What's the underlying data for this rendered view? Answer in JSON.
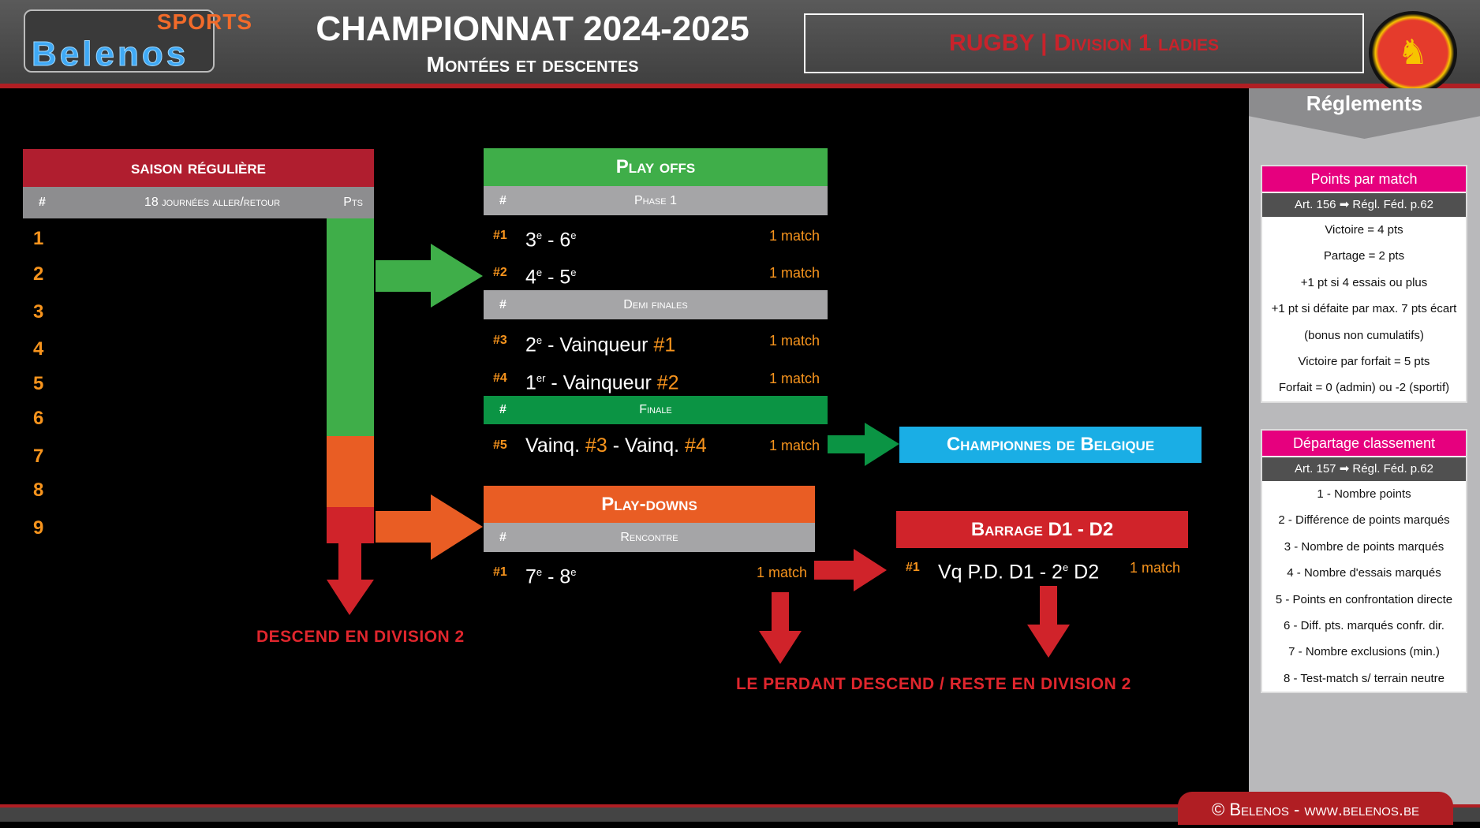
{
  "header": {
    "logo_top": "SPORTS",
    "logo_bottom": "Belenos",
    "title": "CHAMPIONNAT 2024-2025",
    "subtitle": "Montées et descentes",
    "sport": "RUGBY | Division 1 ladies"
  },
  "regular": {
    "title": "saison régulière",
    "hash": "#",
    "desc": "18 journées aller/retour",
    "pts": "Pts",
    "ranks": [
      "1",
      "2",
      "3",
      "4",
      "5",
      "6",
      "7",
      "8",
      "9"
    ],
    "relegation": "DESCEND EN DIVISION 2"
  },
  "playoffs": {
    "title": "Play offs",
    "phase1": "Phase 1",
    "semis": "Demi finales",
    "final": "Finale",
    "hash": "#",
    "rows": [
      {
        "num": "#1",
        "a": "3",
        "as": "e",
        "sep": " - ",
        "b": "6",
        "bs": "e",
        "matches": "1 match"
      },
      {
        "num": "#2",
        "a": "4",
        "as": "e",
        "sep": " - ",
        "b": "5",
        "bs": "e",
        "matches": "1 match"
      },
      {
        "num": "#3",
        "a": "2",
        "as": "e",
        "text": " - Vainqueur ",
        "ref": "#1",
        "matches": "1 match"
      },
      {
        "num": "#4",
        "a": "1",
        "as": "er",
        "text": " - Vainqueur ",
        "ref": "#2",
        "matches": "1 match"
      },
      {
        "num": "#5",
        "pre": "Vainq. ",
        "r1": "#3",
        "mid": " - Vainq. ",
        "r2": "#4",
        "matches": "1 match"
      }
    ],
    "champion": "Championnes de Belgique"
  },
  "playdowns": {
    "title": "Play-downs",
    "sub": "Rencontre",
    "hash": "#",
    "row": {
      "num": "#1",
      "a": "7",
      "as": "e",
      "sep": " - ",
      "b": "8",
      "bs": "e",
      "matches": "1 match"
    }
  },
  "barrage": {
    "title": "Barrage D1 - D2",
    "row": {
      "num": "#1",
      "pre": "Vq P.D. D1 - 2",
      "sup": "e",
      "post": " D2",
      "matches": "1 match"
    }
  },
  "loser_note": "LE PERDANT DESCEND / RESTE EN DIVISION 2",
  "sidebar": {
    "title": "Réglements",
    "points": {
      "title": "Points par match",
      "ref": "Art. 156 ➡ Régl. Féd. p.62",
      "lines": [
        "Victoire = 4 pts",
        "Partage = 2 pts",
        "+1 pt si 4 essais ou plus",
        "+1 pt si défaite par max. 7 pts écart",
        "(bonus non cumulatifs)",
        "Victoire par forfait = 5 pts",
        "Forfait = 0 (admin) ou -2 (sportif)"
      ]
    },
    "tiebreak": {
      "title": "Départage classement",
      "ref": "Art. 157 ➡ Régl. Féd. p.62",
      "lines": [
        "1 - Nombre points",
        "2 - Différence de points marqués",
        "3 - Nombre de points marqués",
        "4 - Nombre d'essais marqués",
        "5 - Points en confrontation directe",
        "6 - Diff. pts. marqués confr. dir.",
        "7 - Nombre exclusions (min.)",
        "8 - Test-match s/ terrain neutre"
      ]
    }
  },
  "footer": "© Belenos - www.belenos.be",
  "colors": {
    "green": "#3fae49",
    "darkgreen": "#0b9444",
    "orange": "#e95d24",
    "red": "#d0232a",
    "blue": "#1aaee5",
    "pink": "#e6007e"
  }
}
